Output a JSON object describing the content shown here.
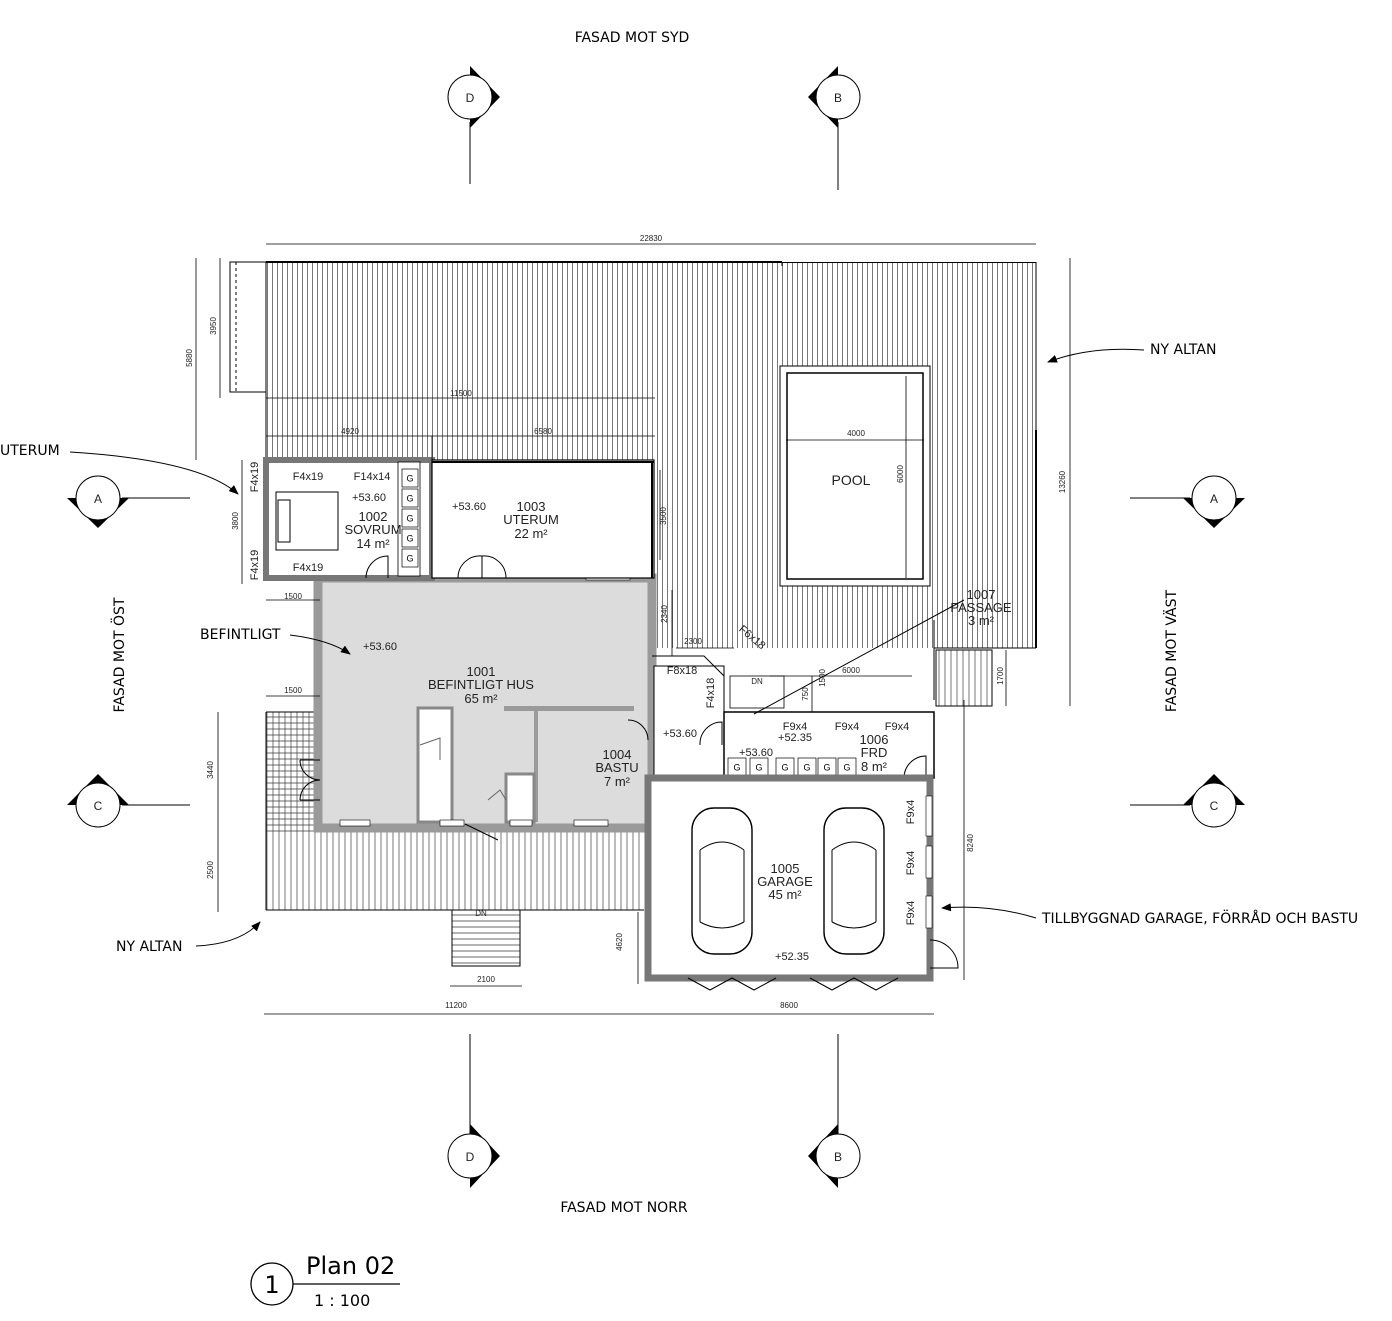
{
  "drawing": {
    "title": "Plan 02",
    "number": "1",
    "scale": "1 : 100"
  },
  "facades": {
    "south": "FASAD MOT SYD",
    "north": "FASAD MOT NORR",
    "east": "FASAD MOT ÖST",
    "west": "FASAD MOT VÄST"
  },
  "sections": {
    "a": "A",
    "b": "B",
    "c": "C",
    "d": "D"
  },
  "callouts": {
    "uterum": "UTERUM",
    "befintligt": "BEFINTLIGT",
    "ny_altan_west": "NY ALTAN",
    "ny_altan_north": "NY ALTAN",
    "tillbyggnad": "TILLBYGGNAD GARAGE, FÖRRÅD OCH BASTU"
  },
  "rooms": {
    "r1001": {
      "number": "1001",
      "name": "BEFINTLIGT HUS",
      "area": "65 m²"
    },
    "r1002": {
      "number": "1002",
      "name": "SOVRUM",
      "area": "14 m²"
    },
    "r1003": {
      "number": "1003",
      "name": "UTERUM",
      "area": "22 m²"
    },
    "r1004": {
      "number": "1004",
      "name": "BASTU",
      "area": "7 m²"
    },
    "r1005": {
      "number": "1005",
      "name": "GARAGE",
      "area": "45 m²"
    },
    "r1006": {
      "number": "1006",
      "name": "FRD",
      "area": "8 m²"
    },
    "r1007": {
      "number": "1007",
      "name": "PASSAGE",
      "area": "3 m²"
    },
    "pool": "POOL"
  },
  "levels": {
    "l1": "+53.60",
    "l2": "+53.60",
    "l3": "+53.60",
    "l4": "+53.60",
    "l5": "+53.60",
    "l6": "+52.35",
    "l7": "+52.35"
  },
  "windows": {
    "w1": "F4x19",
    "w2": "F14x14",
    "w3": "F4x19",
    "w4": "F4x19",
    "w5": "F4x19",
    "w6": "F6x18",
    "w7": "F8x18",
    "w8": "F4x18",
    "w9": "F9x4",
    "w10": "F9x4",
    "w11": "F9x4",
    "w12": "F9x4",
    "w13": "F9x4",
    "w14": "F9x4"
  },
  "stair_labels": {
    "dn1": "DN",
    "dn2": "DN"
  },
  "cabinet": "G",
  "dimensions": {
    "d22830": "22830",
    "d5880": "5880",
    "d3950": "3950",
    "d11500": "11500",
    "d4920": "4920",
    "d6580": "6580",
    "d3800": "3800",
    "d1500a": "1500",
    "d1500b": "1500",
    "d3440": "3440",
    "d2500": "2500",
    "d4620": "4620",
    "d2100": "2100",
    "d11200": "11200",
    "d8600": "8600",
    "d8240": "8240",
    "d13260": "13260",
    "d4000": "4000",
    "d6000a": "6000",
    "d6000b": "6000",
    "d2340": "2340",
    "d2300": "2300",
    "d1700": "1700",
    "d3500": "3500",
    "d750": "750",
    "d1500c": "1500"
  }
}
